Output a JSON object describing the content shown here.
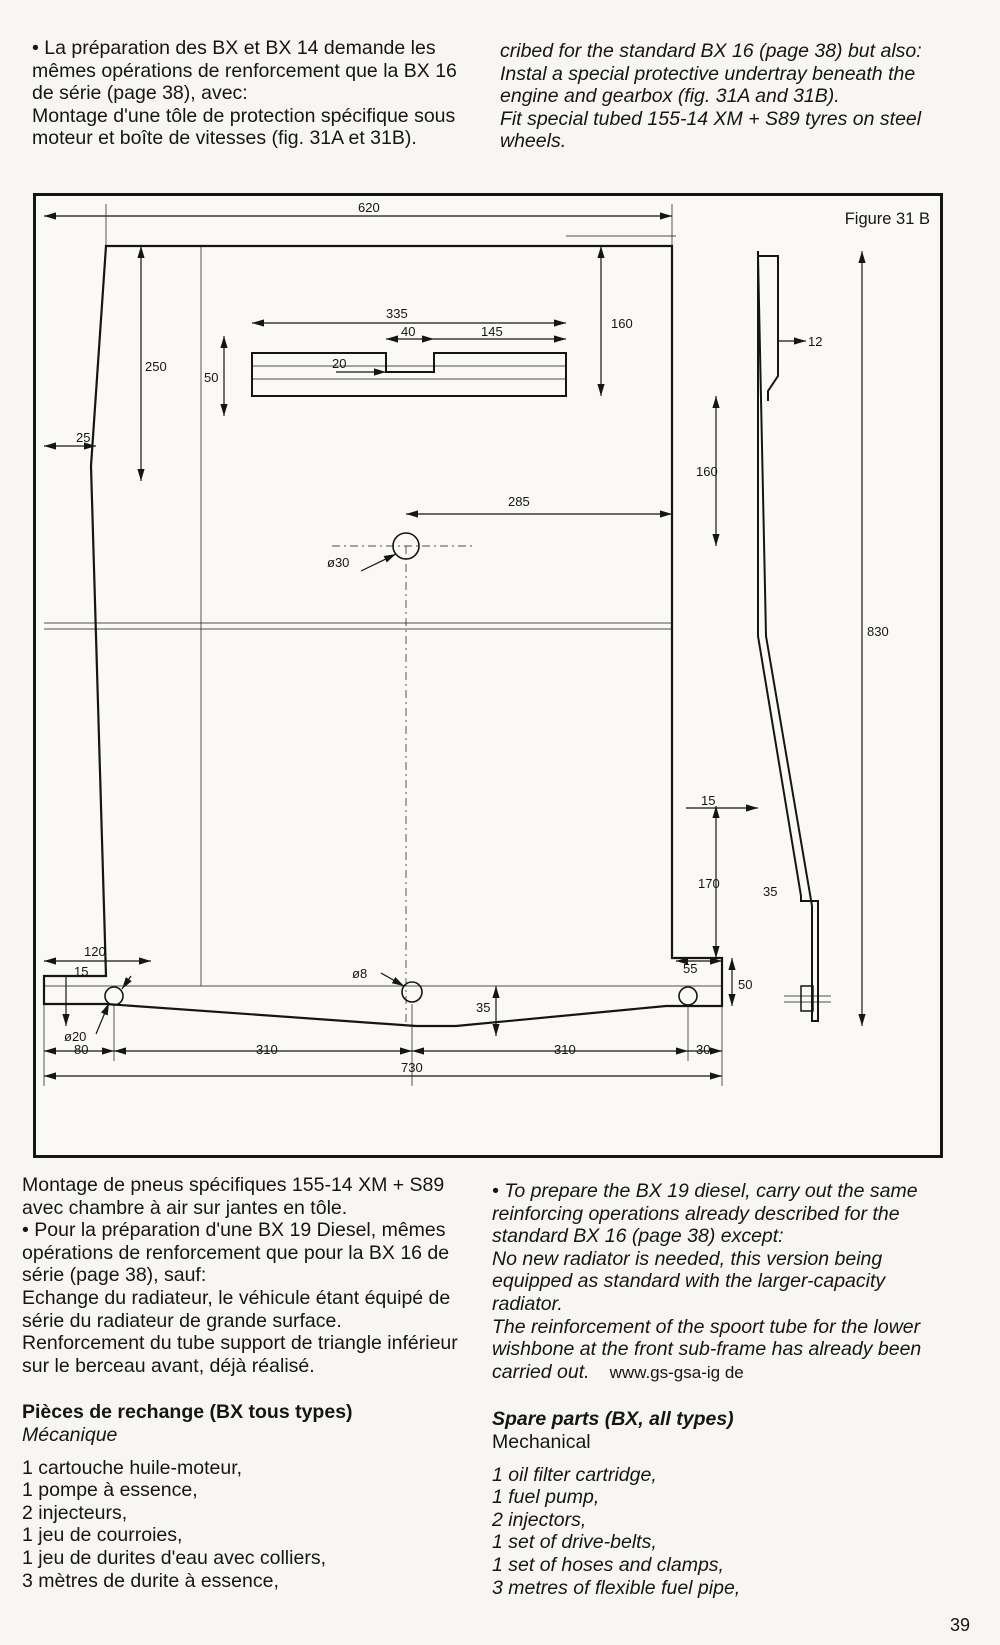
{
  "fr_top": {
    "p1": "• La préparation des BX et BX 14 demande les mêmes opérations de renforcement que la BX 16 de série (page 38), avec:",
    "p2": "Montage d'une tôle de protection spécifique sous moteur et boîte de vitesses (fig. 31A et 31B)."
  },
  "en_top": {
    "p1": "cribed for the standard BX 16 (page 38) but also:",
    "p2": "Instal a special protective undertray beneath the engine and gearbox (fig. 31A and 31B).",
    "p3": "Fit special tubed 155-14 XM + S89 tyres on steel wheels."
  },
  "figure": {
    "title": "Figure 31 B",
    "dims": {
      "d620": "620",
      "d335": "335",
      "d40": "40",
      "d145": "145",
      "d160a": "160",
      "d12": "12",
      "d250": "250",
      "d50a": "50",
      "d20": "20",
      "d25": "25",
      "d160b": "160",
      "d285": "285",
      "d30dia": "ø30",
      "d830": "830",
      "d15a": "15",
      "d170": "170",
      "d35a": "35",
      "d120": "120",
      "d15b": "15",
      "d8dia": "ø8",
      "d55": "55",
      "d50b": "50",
      "d35b": "35",
      "d20dia": "ø20",
      "d80": "80",
      "d310a": "310",
      "d310b": "310",
      "d30": "30",
      "d730": "730"
    }
  },
  "fr_bot": {
    "p1": "Montage de pneus spécifiques 155-14 XM + S89 avec chambre à air sur jantes en tôle.",
    "p2": "• Pour la préparation d'une BX 19 Diesel, mêmes opérations de renforcement que pour la BX 16 de série (page 38), sauf:",
    "p3": "Echange du radiateur, le véhicule étant équipé de série du radiateur de grande surface.",
    "p4": "Renforcement du tube support de triangle inférieur sur le berceau avant, déjà réalisé.",
    "heading": "Pièces de rechange (BX tous types)",
    "subheading": "Mécanique",
    "items": [
      "1 cartouche huile-moteur,",
      "1 pompe à essence,",
      "2 injecteurs,",
      "1 jeu de courroies,",
      "1 jeu de durites d'eau avec colliers,",
      "3 mètres de durite à essence,"
    ]
  },
  "en_bot": {
    "p1": "• To prepare the BX 19 diesel, carry out the same reinforcing operations already described for the standard BX 16 (page 38) except:",
    "p2": "No new radiator is needed, this version being equipped as standard with the larger-capacity radiator.",
    "p3": "The reinforcement of the spoort tube for the lower wishbone at the front sub-frame has already been carried out.",
    "url": "www.gs-gsa-ig de",
    "heading": "Spare parts (BX, all types)",
    "subheading": "Mechanical",
    "items": [
      "1 oil filter cartridge,",
      "1 fuel pump,",
      "2 injectors,",
      "1 set of drive-belts,",
      "1 set of hoses and clamps,",
      "3 metres of flexible fuel pipe,"
    ]
  },
  "page_number": "39"
}
